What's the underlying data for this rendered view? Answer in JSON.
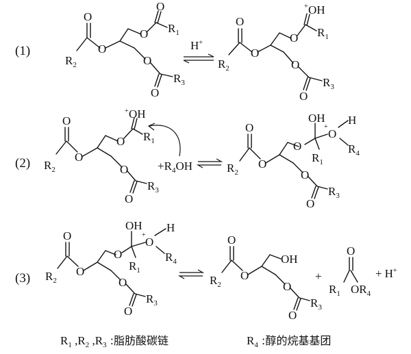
{
  "steps": [
    {
      "number": "(1)"
    },
    {
      "number": "(2)"
    },
    {
      "number": "(3)"
    }
  ],
  "atoms": {
    "oxygen": "O",
    "hydroxyl": "OH",
    "hydrogen": "H",
    "plus": "+"
  },
  "groups": {
    "r1": {
      "main": "R",
      "sub": "1"
    },
    "r2": {
      "main": "R",
      "sub": "2"
    },
    "r3": {
      "main": "R",
      "sub": "3"
    },
    "r4": {
      "main": "R",
      "sub": "4"
    }
  },
  "reagents": {
    "proton": "H",
    "proton_charge": "+",
    "alcohol_r": "R",
    "alcohol_sub": "4",
    "alcohol_oh": "OH",
    "ester_o": "OR",
    "ester_sub": "4"
  },
  "legend": {
    "left_r": "R",
    "left_sub1": "1",
    "left_sep1": " ,R",
    "left_sub2": "2",
    "left_sep2": " ,R",
    "left_sub3": "3",
    "left_desc": " :脂肪酸碳链",
    "right_r": "R",
    "right_sub": "4",
    "right_desc": " :醇的烷基基团"
  }
}
